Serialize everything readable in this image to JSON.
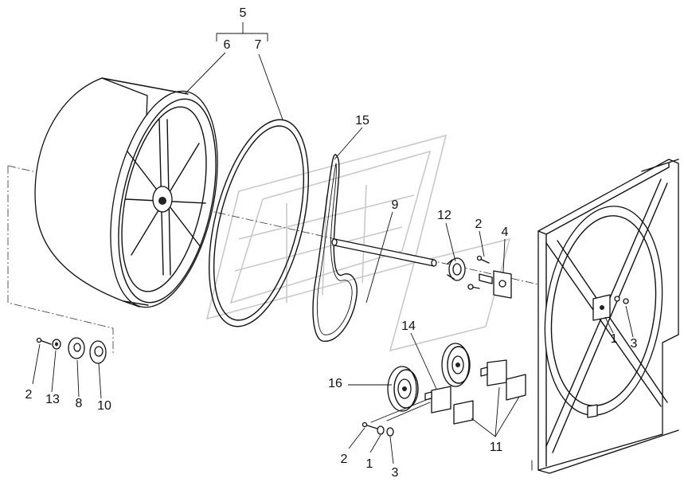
{
  "diagram": {
    "callouts": {
      "c5": "5",
      "c6": "6",
      "c7": "7",
      "c15": "15",
      "c9": "9",
      "c12": "12",
      "c2_top": "2",
      "c4": "4",
      "c1_right": "1",
      "c3_right": "3",
      "c14": "14",
      "c16": "16",
      "c2_left": "2",
      "c13": "13",
      "c8": "8",
      "c10": "10",
      "c2_bottom": "2",
      "c1_bottom": "1",
      "c3_bottom": "3",
      "c11": "11"
    }
  }
}
